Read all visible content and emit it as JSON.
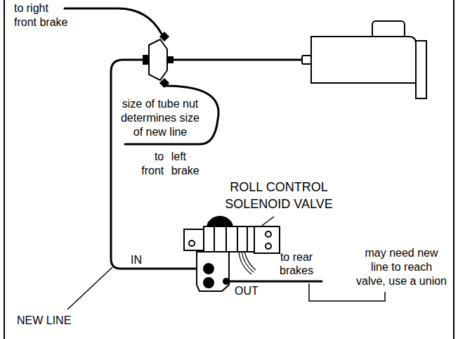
{
  "diagram": {
    "labels": [
      "to right front brake",
      "size of tube nut determines size of new line",
      "to left front brake",
      "ROLL CONTROL SOLENOID VALVE",
      "IN",
      "NEW LINE",
      "to rear brakes",
      "OUT",
      "may need new line to reach valve, use a union"
    ]
  }
}
